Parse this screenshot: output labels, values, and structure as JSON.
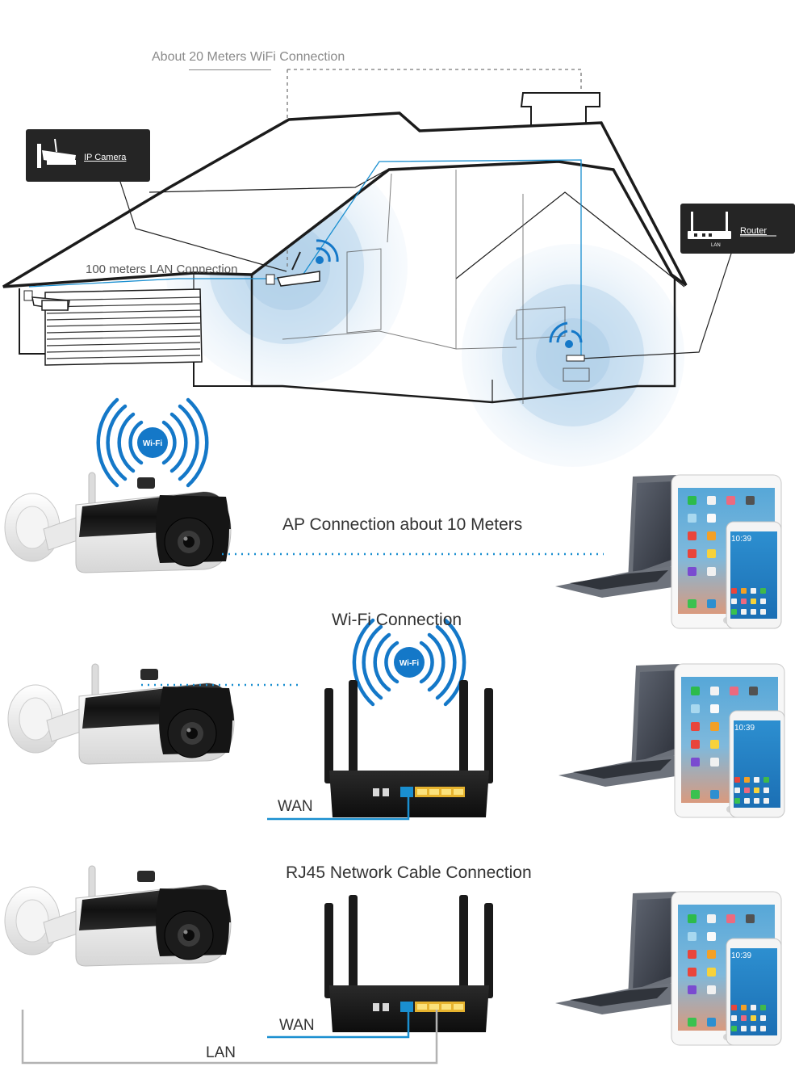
{
  "house_section": {
    "wifi_range_label": "About 20  Meters WiFi Connection",
    "lan_range_label": "100 meters LAN Connection",
    "camera_tag_label": "IP Camera",
    "router_tag_label": "Router",
    "router_tag_port_label": "LAN"
  },
  "scenarios": [
    {
      "title": "AP Connection about 10 Meters",
      "wifi_badge": "Wi-Fi"
    },
    {
      "title": "Wi-Fi Connection",
      "wifi_badge": "Wi-Fi",
      "wan_label": "WAN"
    },
    {
      "title": "RJ45 Network Cable Connection",
      "wan_label": "WAN",
      "lan_label": "LAN"
    }
  ],
  "phone_time": "10:39",
  "colors": {
    "accent_blue": "#1a8fd0",
    "wifi_blue": "#1478c8",
    "dark": "#1e1e1e",
    "coverage_blue": "#c5dff0"
  },
  "icons": [
    "ip-camera-icon",
    "router-icon",
    "wifi-signal-icon",
    "laptop-icon",
    "tablet-icon",
    "phone-icon"
  ]
}
